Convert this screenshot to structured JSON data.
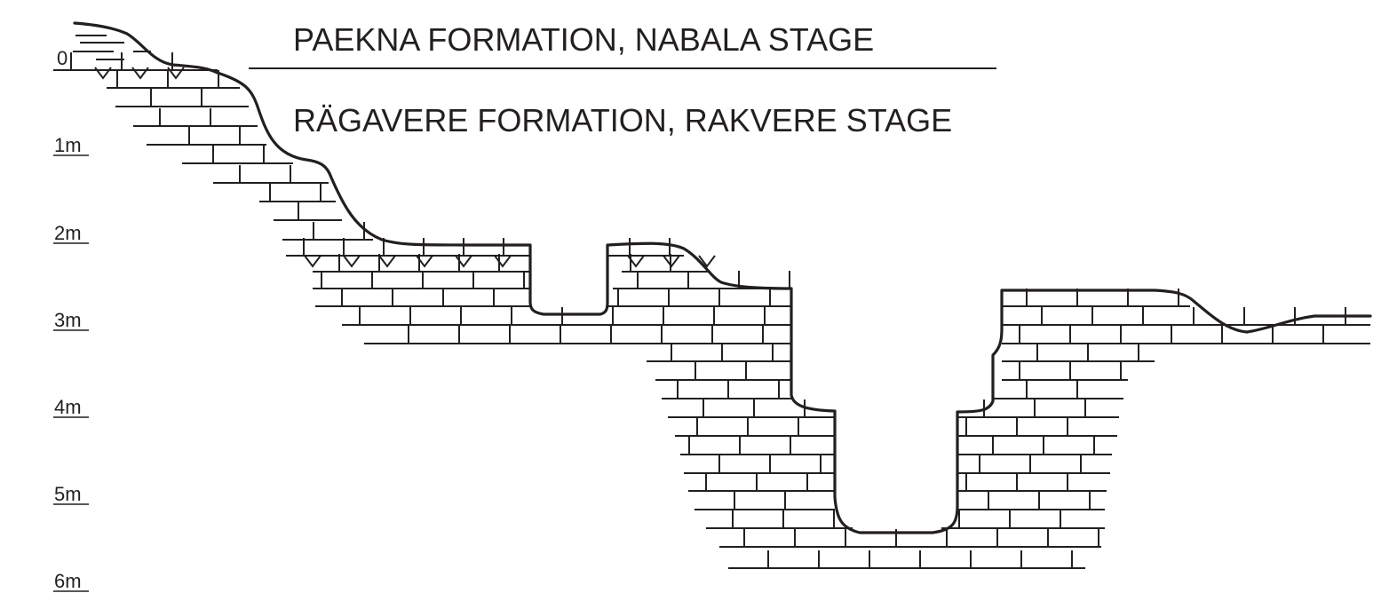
{
  "depth_scale": {
    "ticks": [
      "0",
      "1m",
      "2m",
      "3m",
      "4m",
      "5m",
      "6m"
    ]
  },
  "formations": {
    "upper": "PAEKNA FORMATION,  NABALA STAGE",
    "lower": "RÄGAVERE FORMATION,  RAKVERE STAGE"
  },
  "colors": {
    "ink": "#231f20",
    "background": "#ffffff"
  }
}
